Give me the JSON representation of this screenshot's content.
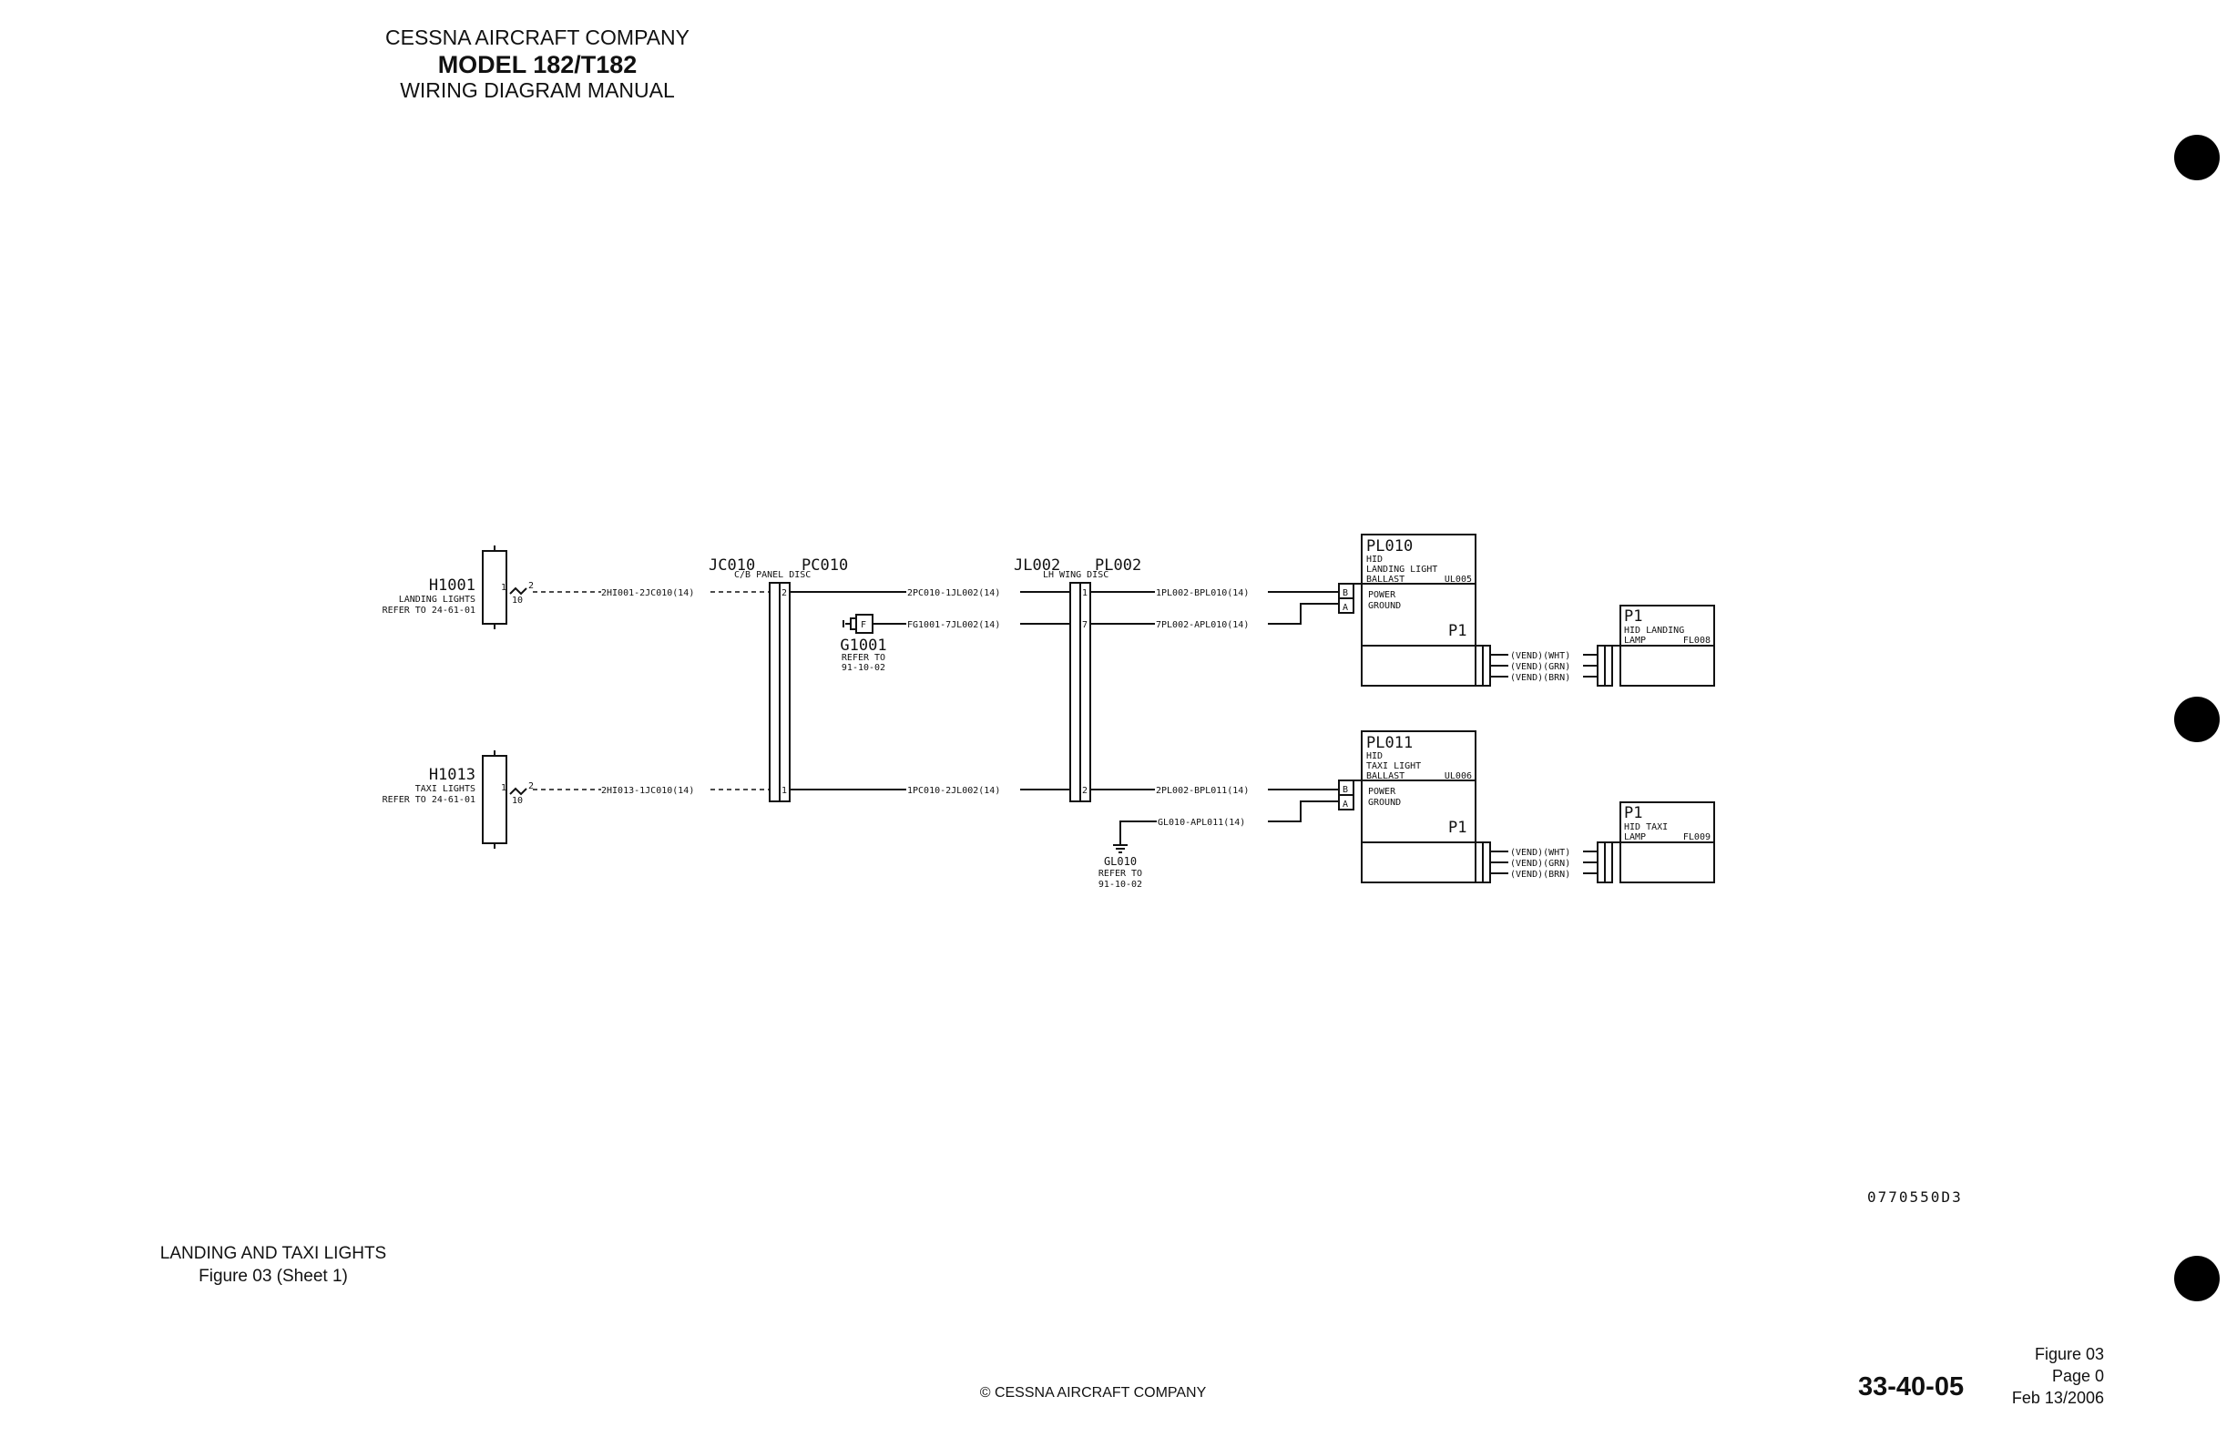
{
  "header": {
    "company": "CESSNA AIRCRAFT COMPANY",
    "model": "MODEL 182/T182",
    "manual": "WIRING DIAGRAM MANUAL"
  },
  "switches": [
    {
      "id": "H1001",
      "desc": "LANDING LIGHTS",
      "ref": "REFER TO 24-61-01",
      "wire": "2HI001-2JC010(14)",
      "pins": [
        "1",
        "2",
        "10"
      ]
    },
    {
      "id": "H1013",
      "desc": "TAXI LIGHTS",
      "ref": "REFER TO 24-61-01",
      "wire": "2HI013-1JC010(14)",
      "pins": [
        "1",
        "2",
        "10"
      ]
    }
  ],
  "connectors": {
    "jc010": {
      "id": "JC010",
      "mate": "PC010",
      "desc": "C/B PANEL DISC",
      "pins": [
        "2",
        "1"
      ]
    },
    "jl002": {
      "id": "JL002",
      "mate": "PL002",
      "desc": "LH WING DISC",
      "pins": [
        "1",
        "7",
        "2"
      ]
    }
  },
  "wires": {
    "w1": "2PC010-1JL002(14)",
    "w2": "FG1001-7JL002(14)",
    "w3": "1PC010-2JL002(14)",
    "w4": "1PL002-BPL010(14)",
    "w5": "7PL002-APL010(14)",
    "w6": "2PL002-BPL011(14)",
    "w7": "GL010-APL011(14)"
  },
  "grounds": [
    {
      "id": "G1001",
      "ref1": "REFER TO",
      "ref2": "91-10-02",
      "pin": "F"
    },
    {
      "id": "GL010",
      "ref1": "REFER TO",
      "ref2": "91-10-02"
    }
  ],
  "ballasts": [
    {
      "plug": "PL010",
      "l1": "HID",
      "l2": "LANDING LIGHT",
      "l3": "BALLAST",
      "ul": "UL005",
      "pin_b": "B",
      "pin_a": "A",
      "power": "POWER",
      "ground": "GROUND",
      "p1": "P1",
      "vend": [
        "(VEND)(WHT)",
        "(VEND)(GRN)",
        "(VEND)(BRN)"
      ]
    },
    {
      "plug": "PL011",
      "l1": "HID",
      "l2": "TAXI LIGHT",
      "l3": "BALLAST",
      "ul": "UL006",
      "pin_b": "B",
      "pin_a": "A",
      "power": "POWER",
      "ground": "GROUND",
      "p1": "P1",
      "vend": [
        "(VEND)(WHT)",
        "(VEND)(GRN)",
        "(VEND)(BRN)"
      ]
    }
  ],
  "lamps": [
    {
      "p1": "P1",
      "l1": "HID LANDING",
      "l2": "LAMP",
      "fl": "FL008"
    },
    {
      "p1": "P1",
      "l1": "HID TAXI",
      "l2": "LAMP",
      "fl": "FL009"
    }
  ],
  "doc_number": "0770550D3",
  "figure": {
    "title": "LANDING AND TAXI LIGHTS",
    "sheet": "Figure 03 (Sheet 1)"
  },
  "footer": {
    "copyright": "© CESSNA AIRCRAFT COMPANY",
    "page_number": "33-40-05",
    "figure": "Figure 03",
    "page": "Page 0",
    "date": "Feb 13/2006"
  }
}
